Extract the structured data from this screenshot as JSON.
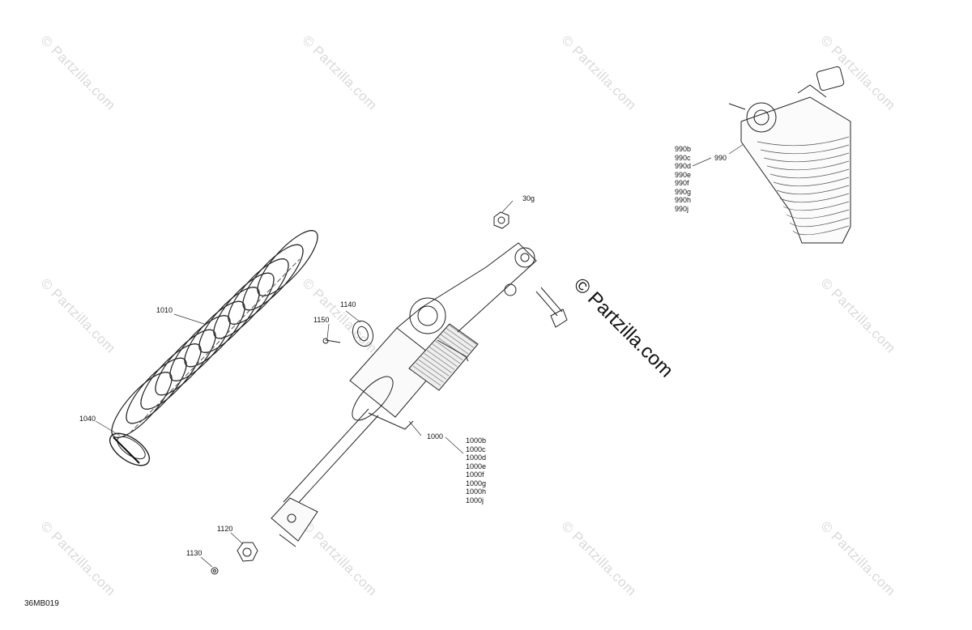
{
  "diagram_code": "36MB019",
  "watermark": {
    "text": "© Partzilla.com",
    "center_text": "© Partzilla.com"
  },
  "parts": {
    "p30g": "30g",
    "p1010": "1010",
    "p1040": "1040",
    "p1140": "1140",
    "p1150": "1150",
    "p1120": "1120",
    "p1130": "1130",
    "p1000": "1000",
    "p990": "990",
    "p1000_variants": [
      "1000b",
      "1000c",
      "1000d",
      "1000e",
      "1000f",
      "1000g",
      "1000h",
      "1000j"
    ],
    "p990_variants": [
      "990b",
      "990c",
      "990d",
      "990e",
      "990f",
      "990g",
      "990h",
      "990j"
    ]
  }
}
